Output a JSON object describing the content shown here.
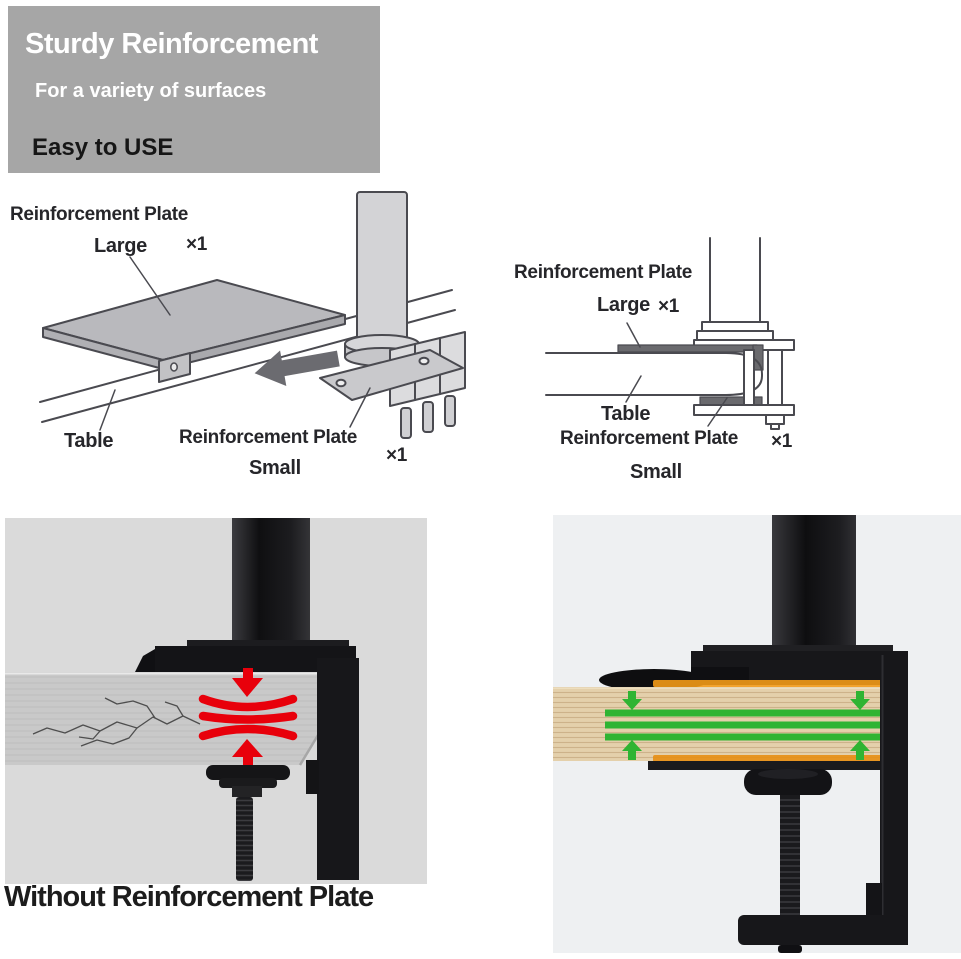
{
  "header": {
    "title": "Sturdy Reinforcement",
    "subtitle": "For a variety of surfaces",
    "tagline": "Easy to USE"
  },
  "diagram_left": {
    "plate_label": "Reinforcement Plate",
    "size_label": "Large",
    "size_qty": "×1",
    "table_label": "Table",
    "small_plate_label": "Reinforcement Plate",
    "small_size_label": "Small",
    "small_qty": "×1"
  },
  "diagram_right": {
    "plate_label": "Reinforcement Plate",
    "size_label": "Large",
    "size_qty": "×1",
    "table_label": "Table",
    "small_plate_label": "Reinforcement Plate",
    "small_size_label": "Small",
    "small_qty": "×1"
  },
  "photo_left": {
    "caption": "Without Reinforcement Plate"
  },
  "colors": {
    "header_bg": "#a6a6a6",
    "header_title": "#ffffff",
    "header_tagline": "#161616",
    "line_art": "#4a4a50",
    "plate_fill": "#b9b9bd",
    "dark_plate_fill": "#6a6a6e",
    "stress_red": "#e8000b",
    "reinforced_green": "#2fb433",
    "wood": "#e4d0ab",
    "photo_left_bg": "#dadada",
    "photo_right_bg": "#eef0f2"
  }
}
